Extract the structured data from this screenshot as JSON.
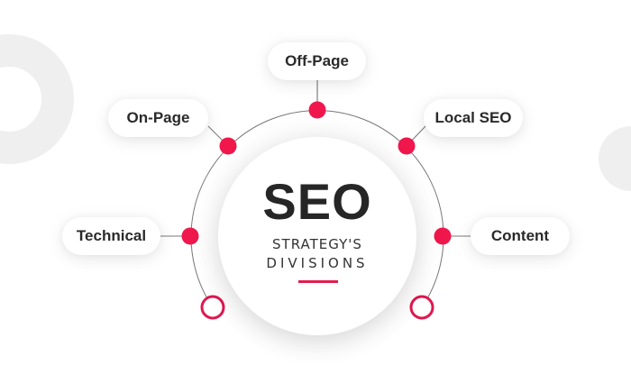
{
  "diagram": {
    "center": {
      "title": "SEO",
      "subtitle_line1": "STRATEGY'S",
      "subtitle_line2": "DIVISIONS"
    },
    "divisions": [
      {
        "label": "Off-Page"
      },
      {
        "label": "On-Page"
      },
      {
        "label": "Local SEO"
      },
      {
        "label": "Technical"
      },
      {
        "label": "Content"
      }
    ],
    "colors": {
      "accent": "#f0174c",
      "accent_dark": "#e31c4f",
      "text": "#2a2a2a",
      "connector": "#777777",
      "decoration": "#efefef"
    }
  }
}
